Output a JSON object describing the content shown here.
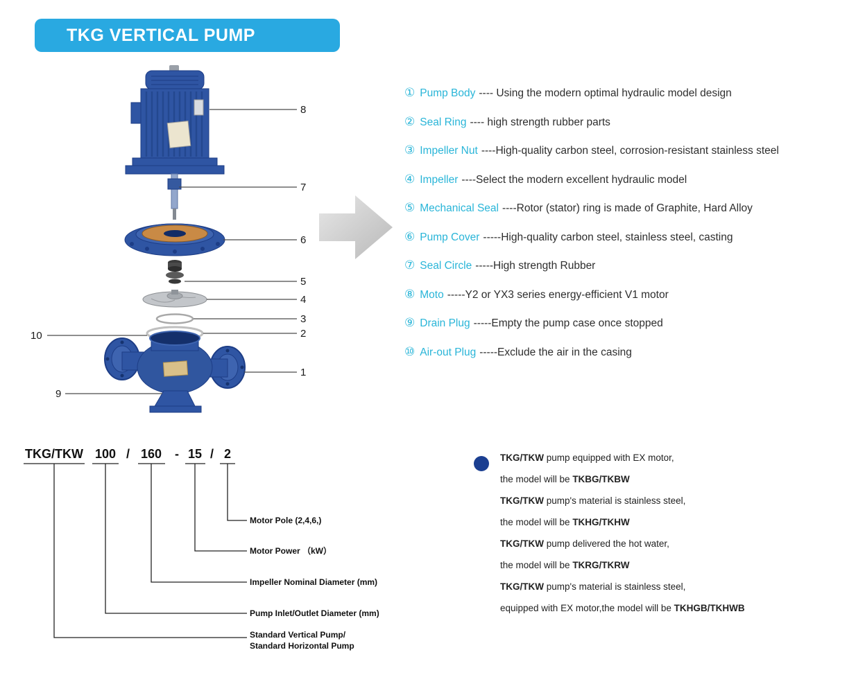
{
  "colors": {
    "header_bg": "#29a9e1",
    "accent_cyan": "#29b5d8",
    "pump_blue": "#2f55a3",
    "pump_blue_dark": "#1d3d86",
    "arrow_gray": "#cfcfcf",
    "bullet_navy": "#1b3f91"
  },
  "header": {
    "title": "TKG VERTICAL PUMP"
  },
  "parts": [
    {
      "num": "①",
      "name": "Pump Body",
      "desc": "---- Using the modern optimal hydraulic model design"
    },
    {
      "num": "②",
      "name": "Seal Ring",
      "desc": "---- high strength rubber parts"
    },
    {
      "num": "③",
      "name": "Impeller Nut",
      "desc": "----High-quality carbon steel, corrosion-resistant stainless steel"
    },
    {
      "num": "④",
      "name": "Impeller",
      "desc": "----Select the modern excellent hydraulic model"
    },
    {
      "num": "⑤",
      "name": "Mechanical Seal",
      "desc": "----Rotor (stator) ring is made of Graphite, Hard Alloy"
    },
    {
      "num": "⑥",
      "name": "Pump Cover",
      "desc": "-----High-quality carbon steel, stainless steel, casting"
    },
    {
      "num": "⑦",
      "name": "Seal Circle",
      "desc": "-----High strength Rubber"
    },
    {
      "num": "⑧",
      "name": "Moto",
      "desc": "-----Y2 or YX3 series energy-efficient V1 motor"
    },
    {
      "num": "⑨",
      "name": "Drain Plug",
      "desc": "-----Empty the pump case once stopped"
    },
    {
      "num": "⑩",
      "name": "Air-out Plug",
      "desc": "-----Exclude the air in the casing"
    }
  ],
  "callouts": {
    "c1": "1",
    "c2": "2",
    "c3": "3",
    "c4": "4",
    "c5": "5",
    "c6": "6",
    "c7": "7",
    "c8": "8",
    "c9": "9",
    "c10": "10"
  },
  "model_code": {
    "tokens": [
      "TKG/TKW",
      "100",
      "/",
      "160",
      "-",
      "15",
      "/",
      "2"
    ],
    "labels": [
      "Motor Pole (2,4,6,)",
      "Motor Power （kW）",
      "Impeller Nominal Diameter (mm)",
      "Pump Inlet/Outlet Diameter (mm)",
      "Standard Vertical Pump/",
      "Standard Horizontal Pump"
    ]
  },
  "notes": {
    "lines": [
      {
        "b1": "TKG/TKW",
        "t": " pump equipped with EX motor,",
        "b2": ""
      },
      {
        "b1": "",
        "t": "the model will be ",
        "b2": "TKBG/TKBW"
      },
      {
        "b1": "TKG/TKW",
        "t": " pump's material is stainless steel,",
        "b2": ""
      },
      {
        "b1": "",
        "t": "the model will be ",
        "b2": "TKHG/TKHW"
      },
      {
        "b1": "TKG/TKW",
        "t": " pump delivered the hot water,",
        "b2": ""
      },
      {
        "b1": "",
        "t": "the model will be ",
        "b2": "TKRG/TKRW"
      },
      {
        "b1": "TKG/TKW",
        "t": " pump's material is stainless steel,",
        "b2": ""
      },
      {
        "b1": "",
        "t": "equipped with EX motor,the model will be ",
        "b2": "TKHGB/TKHWB"
      }
    ]
  }
}
